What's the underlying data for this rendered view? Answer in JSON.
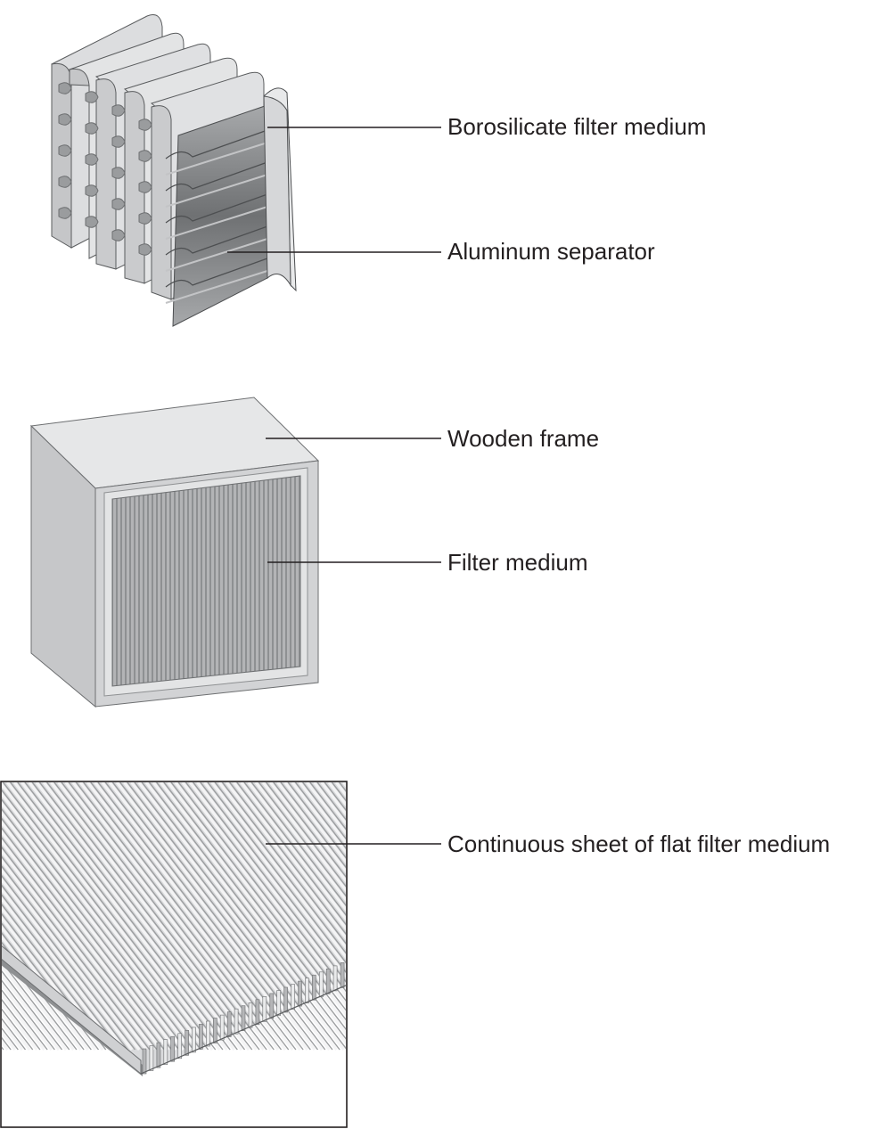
{
  "figure_1": {
    "label_top": "Borosilicate filter medium",
    "label_bottom": "Aluminum separator"
  },
  "figure_2": {
    "label_top": "Wooden frame",
    "label_bottom": "Filter medium"
  },
  "figure_3": {
    "label": "Continuous sheet of flat filter medium"
  },
  "colors": {
    "text": "#231f20",
    "medium_light": "#e2e3e4",
    "medium_mid": "#c9cacc",
    "separator_dark": "#8c8e90",
    "frame_top": "#e6e7e8",
    "frame_front": "#cfd0d2"
  }
}
